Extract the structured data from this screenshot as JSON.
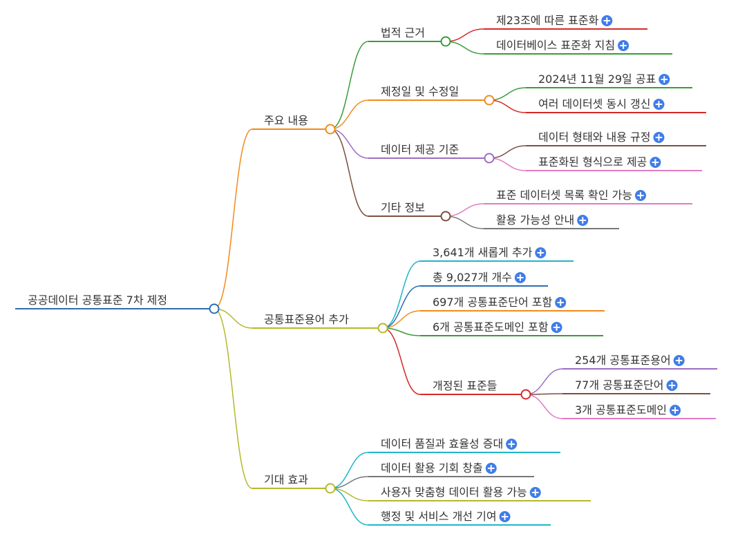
{
  "colors": {
    "text": "#333333",
    "plus": "#3f7de8",
    "root": "#2a6db0",
    "orange": "#f28a1a",
    "olive": "#b5b82a",
    "green": "#3a9a3a",
    "purple": "#9b6cc0",
    "brown": "#7a4f3f",
    "red": "#d62828",
    "pink": "#e07bc2",
    "gray": "#777777",
    "teal": "#20b5c8",
    "navy": "#2a6db0"
  },
  "icons": {
    "expand": "plus-circle-icon"
  },
  "plus_glyph": "+",
  "nodes": {
    "root": "공공데이터 공통표준 7차 제정",
    "b1": "주요 내용",
    "b1_1": "법적 근거",
    "b1_1_1": "제23조에 따른 표준화",
    "b1_1_2": "데이터베이스 표준화 지침",
    "b1_2": "제정일 및 수정일",
    "b1_2_1": "2024년 11월 29일 공표",
    "b1_2_2": "여러 데이터셋 동시 갱신",
    "b1_3": "데이터 제공 기준",
    "b1_3_1": "데이터 형태와 내용 규정",
    "b1_3_2": "표준화된 형식으로 제공",
    "b1_4": "기타 정보",
    "b1_4_1": "표준 데이터셋 목록 확인 가능",
    "b1_4_2": "활용 가능성 안내",
    "b2": "공통표준용어 추가",
    "b2_1": "3,641개 새롭게 추가",
    "b2_2": "총 9,027개 개수",
    "b2_3": "697개 공통표준단어 포함",
    "b2_4": "6개 공통표준도메인 포함",
    "b2_5": "개정된 표준들",
    "b2_5_1": "254개 공통표준용어",
    "b2_5_2": "77개 공통표준단어",
    "b2_5_3": "3개 공통표준도메인",
    "b3": "기대 효과",
    "b3_1": "데이터 품질과 효율성 증대",
    "b3_2": "데이터 활용 기회 창출",
    "b3_3": "사용자 맞춤형 데이터 활용 가능",
    "b3_4": "행정 및 서비스 개선 기여"
  }
}
